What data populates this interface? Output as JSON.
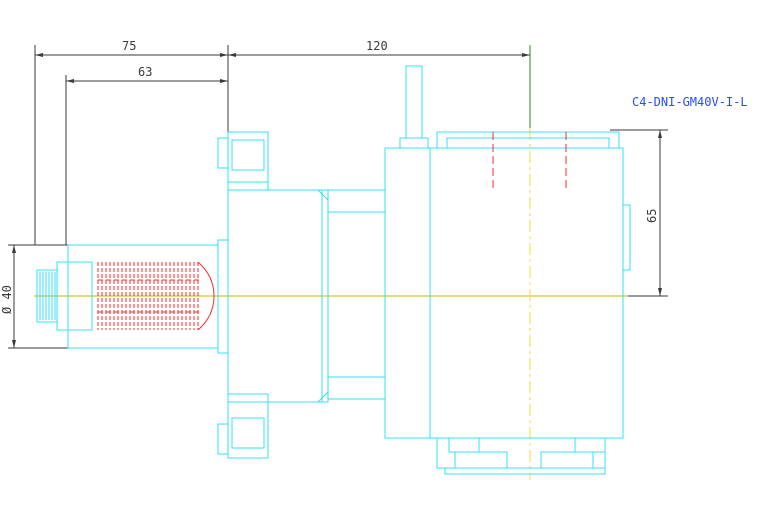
{
  "drawing": {
    "part_label": "C4-DNI-GM40V-I-L",
    "dimensions": {
      "overall_left": "75",
      "inner_left": "63",
      "right_width": "120",
      "height_right": "65",
      "diameter": "Ø 40"
    },
    "colors": {
      "outline": "#33e0f0",
      "dimension": "#3a3a3a",
      "thread": "#ff2a2a",
      "axis": "#f0e030",
      "label": "#2a4aff",
      "axis_green": "#2a8a2a"
    }
  }
}
